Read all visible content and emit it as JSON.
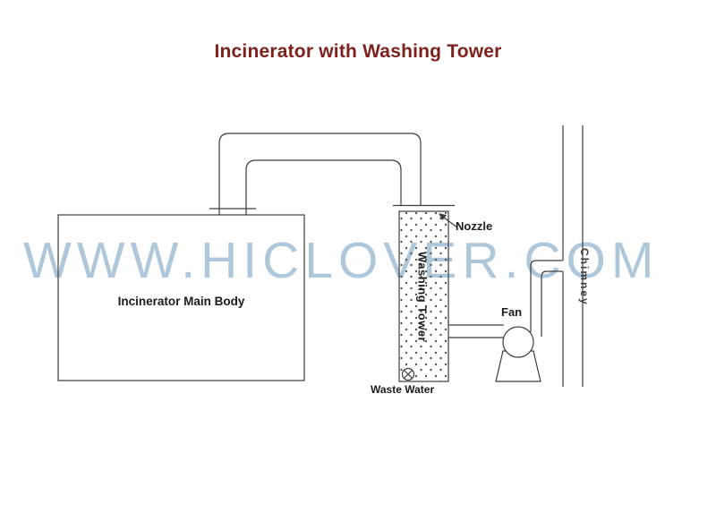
{
  "title": {
    "text": "Incinerator with Washing Tower"
  },
  "watermark": {
    "text": "WWW.HICLOVER.COM"
  },
  "diagram": {
    "incinerator_label": "Incinerator Main Body",
    "washing_tower_label": "Washing Tower",
    "nozzle_label": "Nozzle",
    "fan_label": "Fan",
    "waste_water_label": "Waste Water",
    "chimney_label": "Chimney"
  },
  "icons": {
    "drain_valve": "circle-with-x",
    "nozzle_arrow": "arrow-up-left",
    "fan_symbol": "circle-on-trapezoid-housing",
    "spray_dots": "dotted-water-spray-pattern"
  },
  "colors": {
    "title": "#7e211d",
    "watermark": "#afc7da",
    "line": "#3d3d3d"
  }
}
